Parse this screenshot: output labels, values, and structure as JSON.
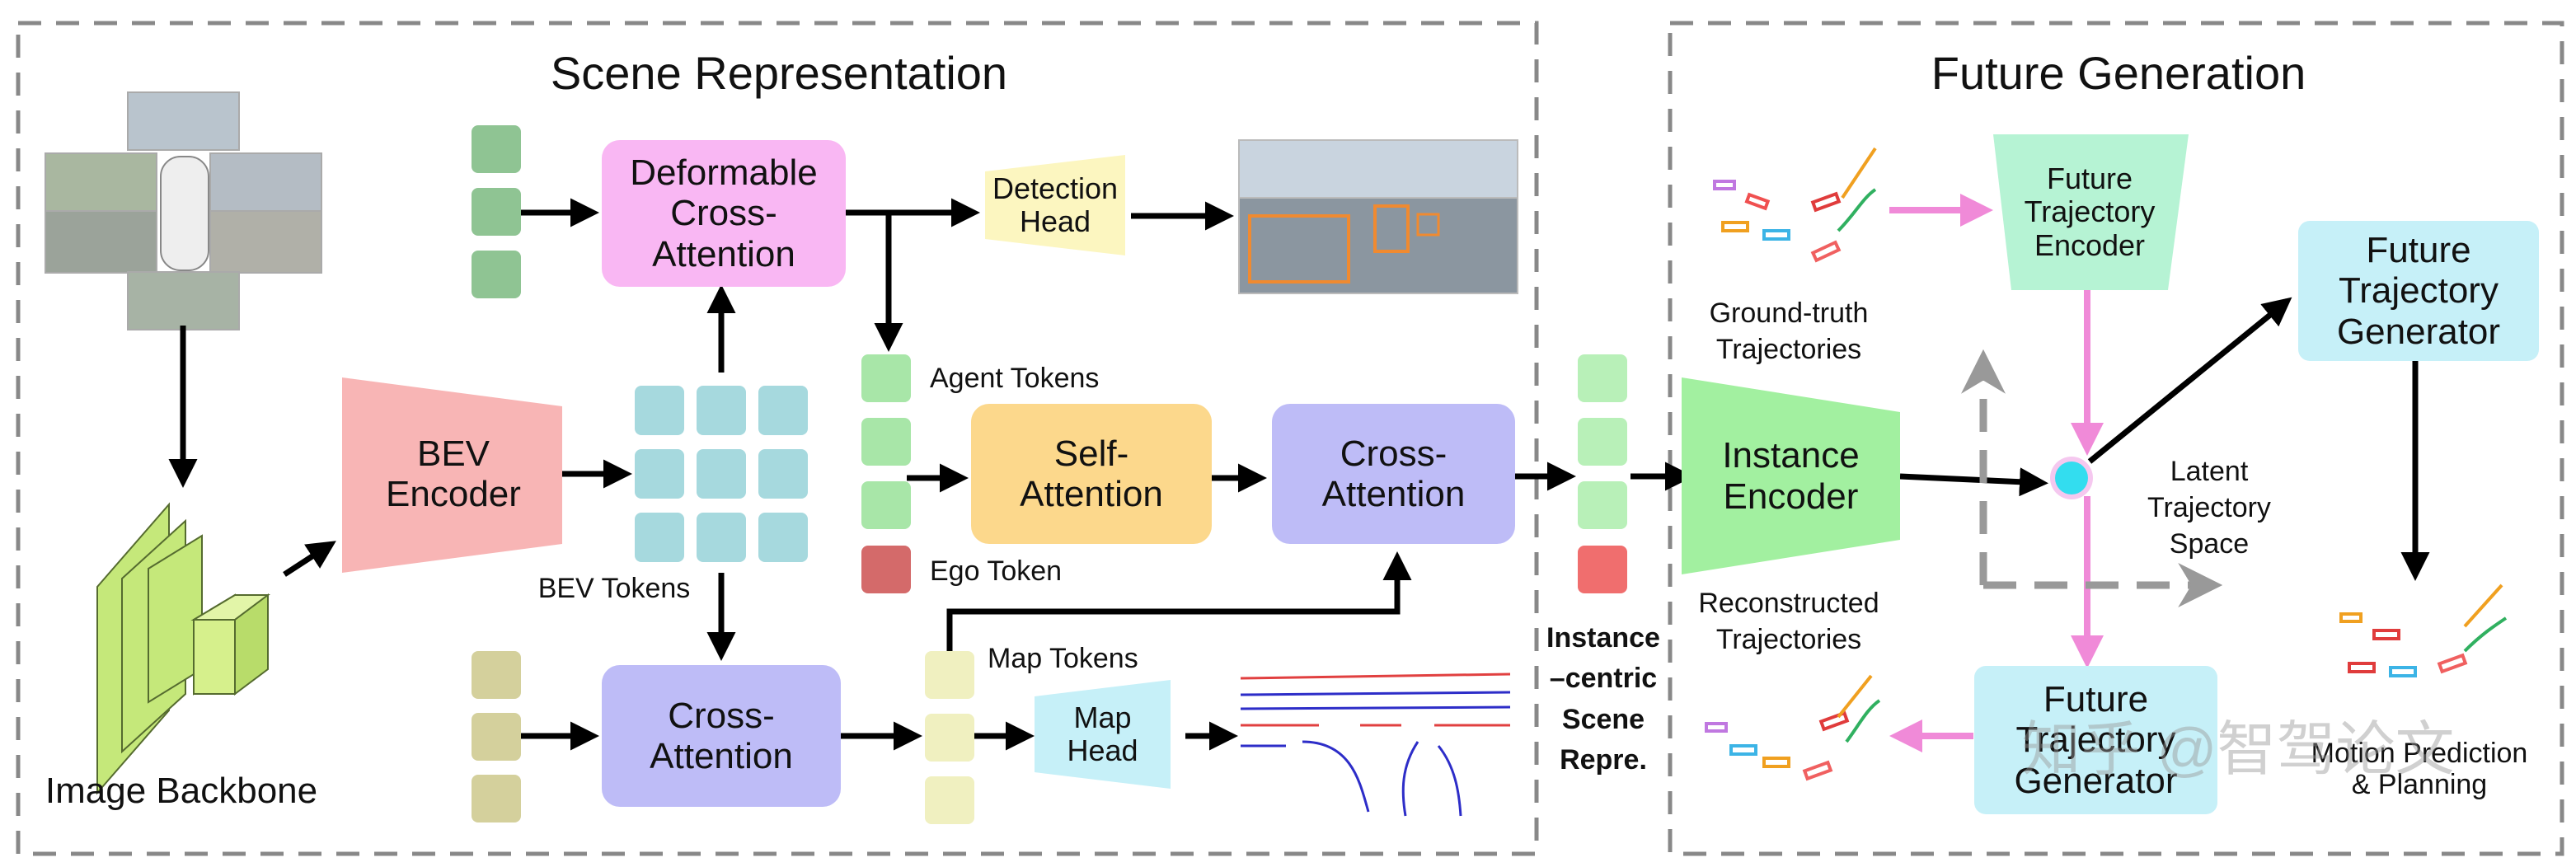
{
  "sections": {
    "scene_representation": "Scene Representation",
    "future_generation": "Future Generation"
  },
  "labels": {
    "image_backbone": "Image Backbone",
    "bev_encoder": "BEV\nEncoder",
    "bev_tokens": "BEV Tokens",
    "deformable_cross_attention": "Deformable\nCross-\nAttention",
    "detection_head": "Detection\nHead",
    "agent_tokens": "Agent Tokens",
    "ego_token": "Ego Token",
    "self_attention": "Self-\nAttention",
    "cross_attention_top": "Cross-\nAttention",
    "cross_attention_bottom": "Cross-\nAttention",
    "map_tokens": "Map Tokens",
    "map_head": "Map\nHead",
    "instance_centric": "Instance\n–centric\nScene\nRepre.",
    "instance_encoder": "Instance\nEncoder",
    "future_trajectory_encoder": "Future\nTrajectory\nEncoder",
    "future_trajectory_generator_right": "Future\nTrajectory\nGenerator",
    "future_trajectory_generator_bottom": "Future\nTrajectory\nGenerator",
    "ground_truth_trajectories": "Ground-truth\nTrajectories",
    "reconstructed_trajectories": "Reconstructed\nTrajectories",
    "latent_trajectory_space": "Latent\nTrajectory\nSpace",
    "motion_prediction_planning": "Motion Prediction\n& Planning",
    "watermark": "知乎 @智驾论文"
  },
  "colors": {
    "agent_token": "#a8e6a8",
    "ego_token": "#d46a6a",
    "map_token": "#f0f0c0",
    "bev_token": "#a6d9de",
    "pink_box": "#f9b7f3",
    "yellow_head": "#fcf6c0",
    "orange_box": "#fcd88c",
    "lavender_box": "#bebcf7",
    "salmon_encoder": "#f8b5b5",
    "green_encoder": "#a2f0a0",
    "cyan_box": "#c6f0f8",
    "mint_encoder": "#b6f3d4",
    "pink_arrow": "#f08ad8",
    "gray_arrow": "#999999"
  }
}
